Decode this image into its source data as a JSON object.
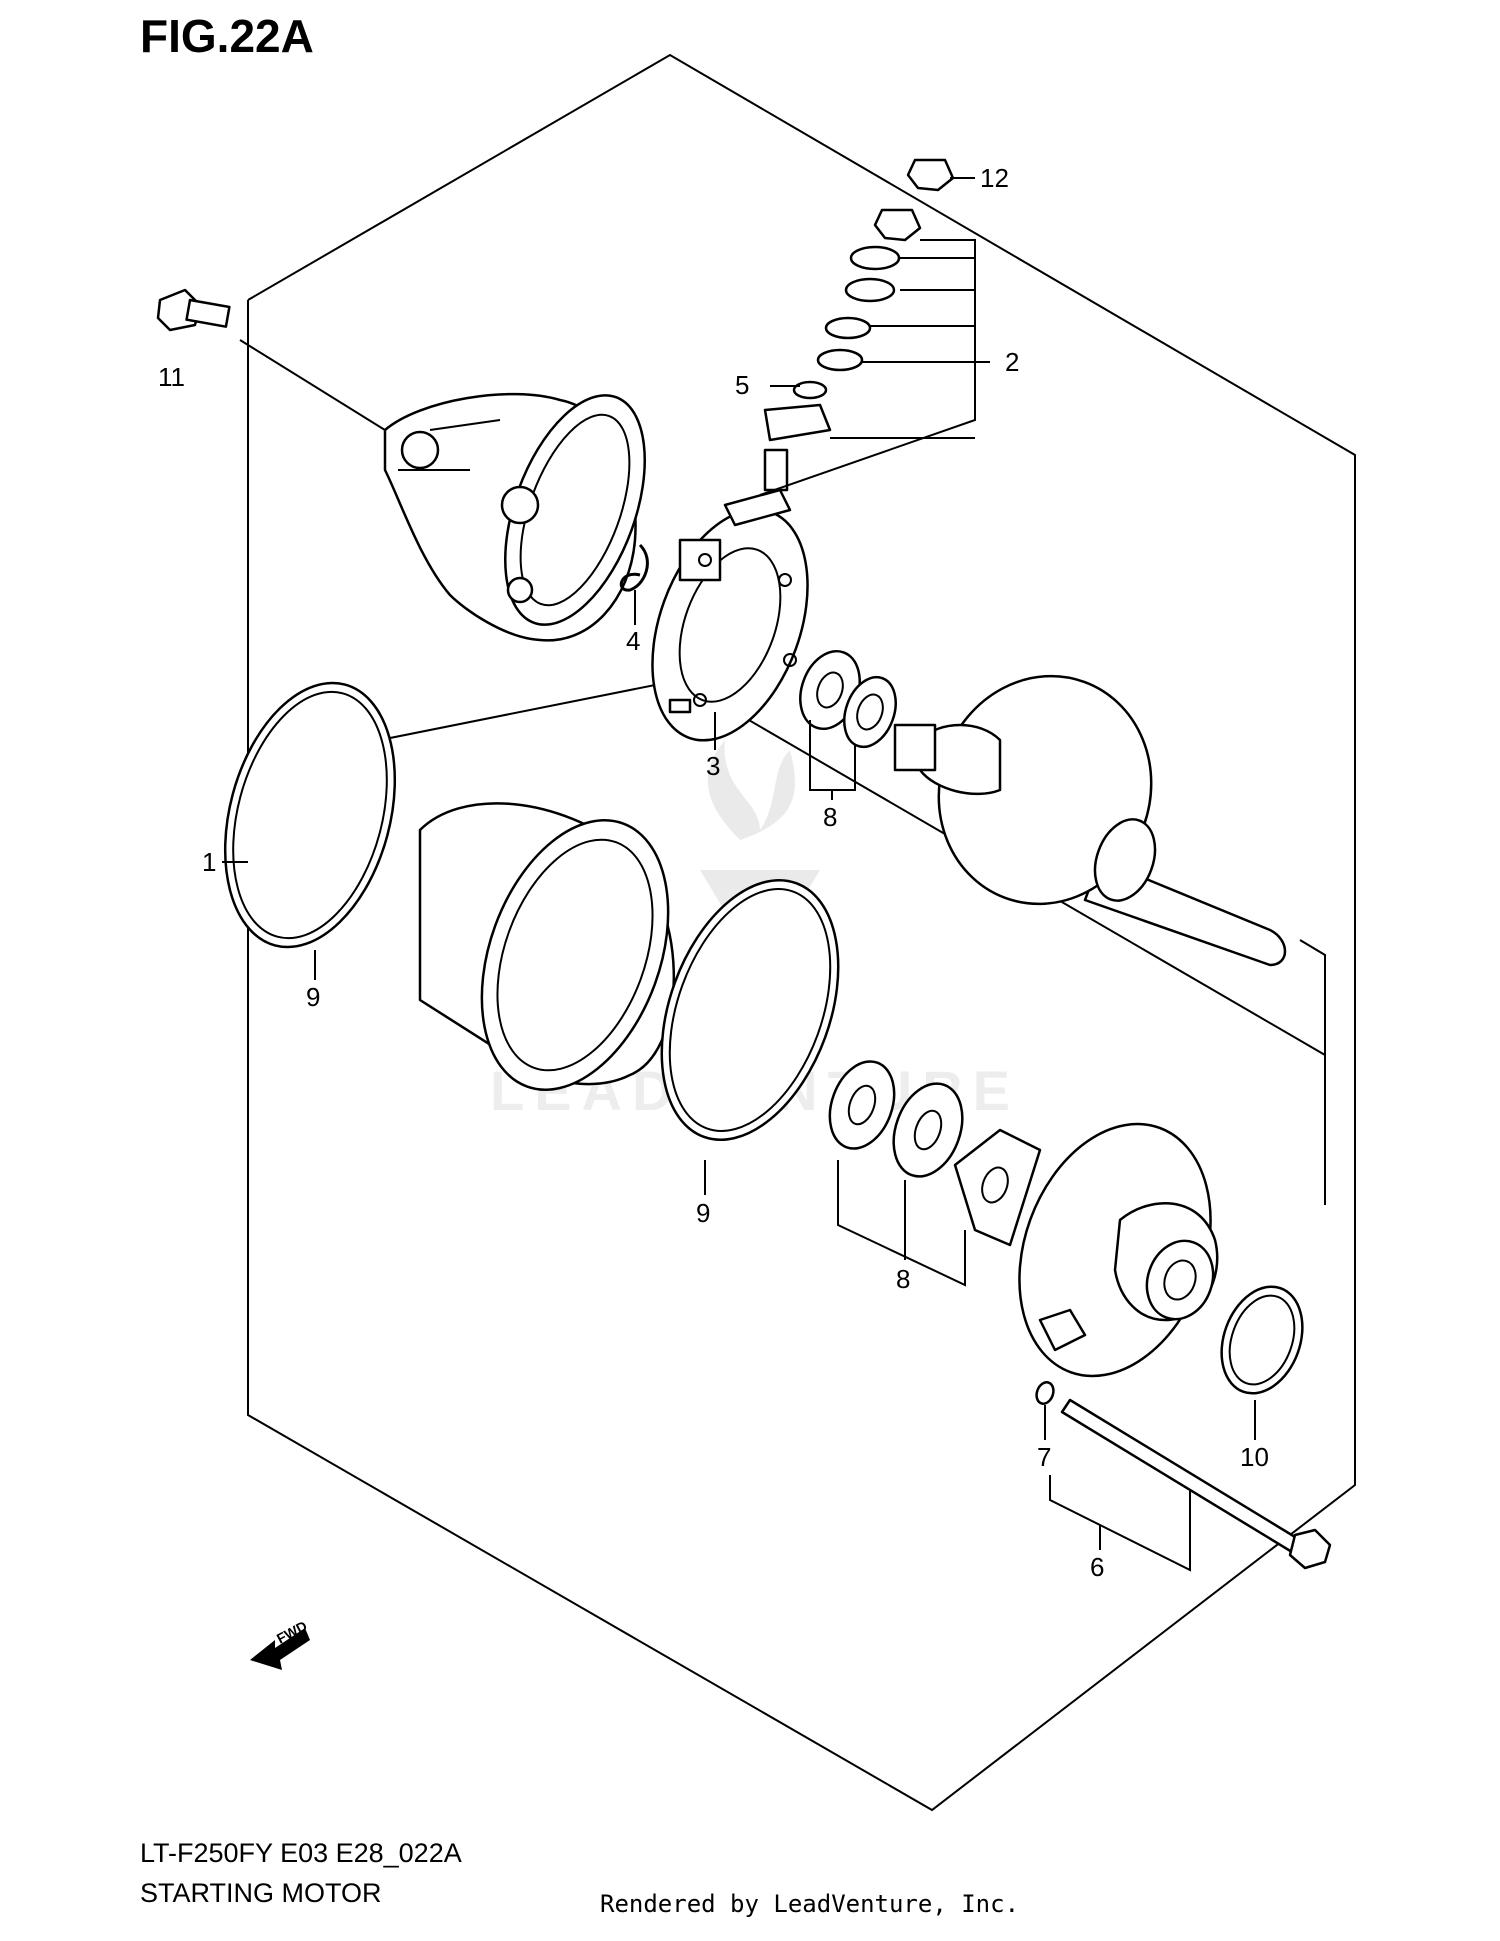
{
  "figure": {
    "title": "FIG.22A"
  },
  "watermark": {
    "text": "LEADVENTURE"
  },
  "direction_marker": {
    "label": "FWD"
  },
  "callouts": [
    {
      "id": "c1",
      "label": "1"
    },
    {
      "id": "c2",
      "label": "2"
    },
    {
      "id": "c3",
      "label": "3"
    },
    {
      "id": "c4",
      "label": "4"
    },
    {
      "id": "c5",
      "label": "5"
    },
    {
      "id": "c6",
      "label": "6"
    },
    {
      "id": "c7",
      "label": "7"
    },
    {
      "id": "c8a",
      "label": "8"
    },
    {
      "id": "c8b",
      "label": "8"
    },
    {
      "id": "c9a",
      "label": "9"
    },
    {
      "id": "c9b",
      "label": "9"
    },
    {
      "id": "c10",
      "label": "10"
    },
    {
      "id": "c11",
      "label": "11"
    },
    {
      "id": "c12",
      "label": "12"
    }
  ],
  "footer": {
    "model_code": "LT-F250FY E03 E28_022A",
    "section_name": "STARTING MOTOR",
    "rendered_by": "Rendered by LeadVenture, Inc."
  }
}
